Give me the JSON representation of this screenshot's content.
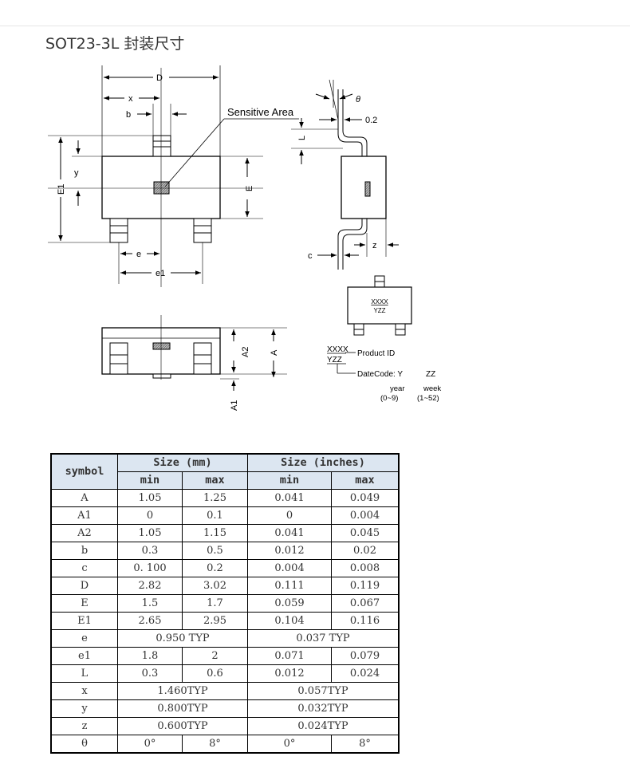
{
  "page": {
    "title": "SOT23-3L 封装尺寸"
  },
  "drawing": {
    "labels": {
      "D": "D",
      "x": "x",
      "b": "b",
      "sensitive_area": "Sensitive Area",
      "y": "y",
      "E1": "E1",
      "E": "E",
      "e": "e",
      "e1": "e1",
      "theta": "θ",
      "dim_02": "0.2",
      "L": "L",
      "z": "z",
      "c": "c",
      "A": "A",
      "A2": "A2",
      "A1": "A1"
    },
    "marking": {
      "line1": "XXXX",
      "line2": "YZZ",
      "legend_xxxx": "XXXX",
      "legend_yzz": "YZZ",
      "product_id": "Product ID",
      "datecode": "DateCode: Y",
      "zz": "ZZ",
      "year": "year",
      "week": "week",
      "year_range": "(0~9)",
      "week_range": "(1~52)"
    }
  },
  "table": {
    "header": {
      "symbol": "symbol",
      "size_mm": "Size (mm)",
      "size_in": "Size (inches)",
      "min": "min",
      "max": "max"
    },
    "rows": [
      {
        "sym": "A",
        "mm_min": "1.05",
        "mm_max": "1.25",
        "in_min": "0.041",
        "in_max": "0.049"
      },
      {
        "sym": "A1",
        "mm_min": "0",
        "mm_max": "0.1",
        "in_min": "0",
        "in_max": "0.004"
      },
      {
        "sym": "A2",
        "mm_min": "1.05",
        "mm_max": "1.15",
        "in_min": "0.041",
        "in_max": "0.045"
      },
      {
        "sym": "b",
        "mm_min": "0.3",
        "mm_max": "0.5",
        "in_min": "0.012",
        "in_max": "0.02"
      },
      {
        "sym": "c",
        "mm_min": "0. 100",
        "mm_max": "0.2",
        "in_min": "0.004",
        "in_max": "0.008"
      },
      {
        "sym": "D",
        "mm_min": "2.82",
        "mm_max": "3.02",
        "in_min": "0.111",
        "in_max": "0.119"
      },
      {
        "sym": "E",
        "mm_min": "1.5",
        "mm_max": "1.7",
        "in_min": "0.059",
        "in_max": "0.067"
      },
      {
        "sym": "E1",
        "mm_min": "2.65",
        "mm_max": "2.95",
        "in_min": "0.104",
        "in_max": "0.116"
      },
      {
        "sym": "e",
        "mm_typ": "0.950 TYP",
        "in_typ": "0.037 TYP"
      },
      {
        "sym": "e1",
        "mm_min": "1.8",
        "mm_max": "2",
        "in_min": "0.071",
        "in_max": "0.079"
      },
      {
        "sym": "L",
        "mm_min": "0.3",
        "mm_max": "0.6",
        "in_min": "0.012",
        "in_max": "0.024"
      },
      {
        "sym": "x",
        "mm_typ": "1.460TYP",
        "in_typ": "0.057TYP"
      },
      {
        "sym": "y",
        "mm_typ": "0.800TYP",
        "in_typ": "0.032TYP"
      },
      {
        "sym": "z",
        "mm_typ": "0.600TYP",
        "in_typ": "0.024TYP"
      },
      {
        "sym": "θ",
        "mm_min": "0°",
        "mm_max": "8°",
        "in_min": "0°",
        "in_max": "8°"
      }
    ]
  }
}
